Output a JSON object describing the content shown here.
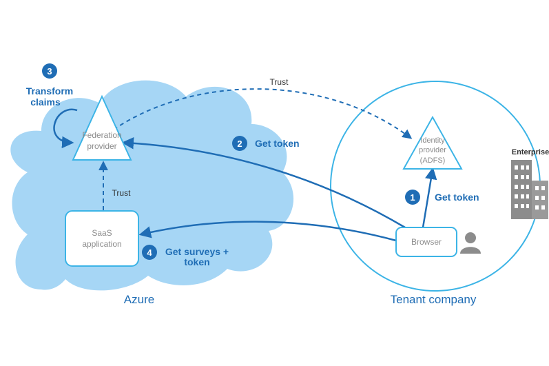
{
  "colors": {
    "cloud": "#a6d6f5",
    "line": "#1f6db5",
    "circle_stroke": "#3cb4e6",
    "box_stroke": "#3cb4e6",
    "badge": "#1f6db5",
    "building": "#8c8c8c",
    "user": "#8c8c8c"
  },
  "azure": {
    "label": "Azure",
    "federation_provider": [
      "Federation",
      "provider"
    ],
    "saas_application": [
      "SaaS",
      "application"
    ]
  },
  "tenant": {
    "label": "Tenant company",
    "identity_provider": [
      "Identity",
      "provider",
      "(ADFS)"
    ],
    "browser": "Browser",
    "enterprise": "Enterprise",
    "user_icon": "user-icon",
    "building_icon": "building-icon"
  },
  "trust_labels": {
    "top": "Trust",
    "left": "Trust"
  },
  "steps": [
    {
      "number": "1",
      "lines": [
        "Get token"
      ]
    },
    {
      "number": "2",
      "lines": [
        "Get token"
      ]
    },
    {
      "number": "3",
      "lines": [
        "Transform",
        "claims"
      ]
    },
    {
      "number": "4",
      "lines": [
        "Get surveys +",
        "token"
      ]
    }
  ]
}
